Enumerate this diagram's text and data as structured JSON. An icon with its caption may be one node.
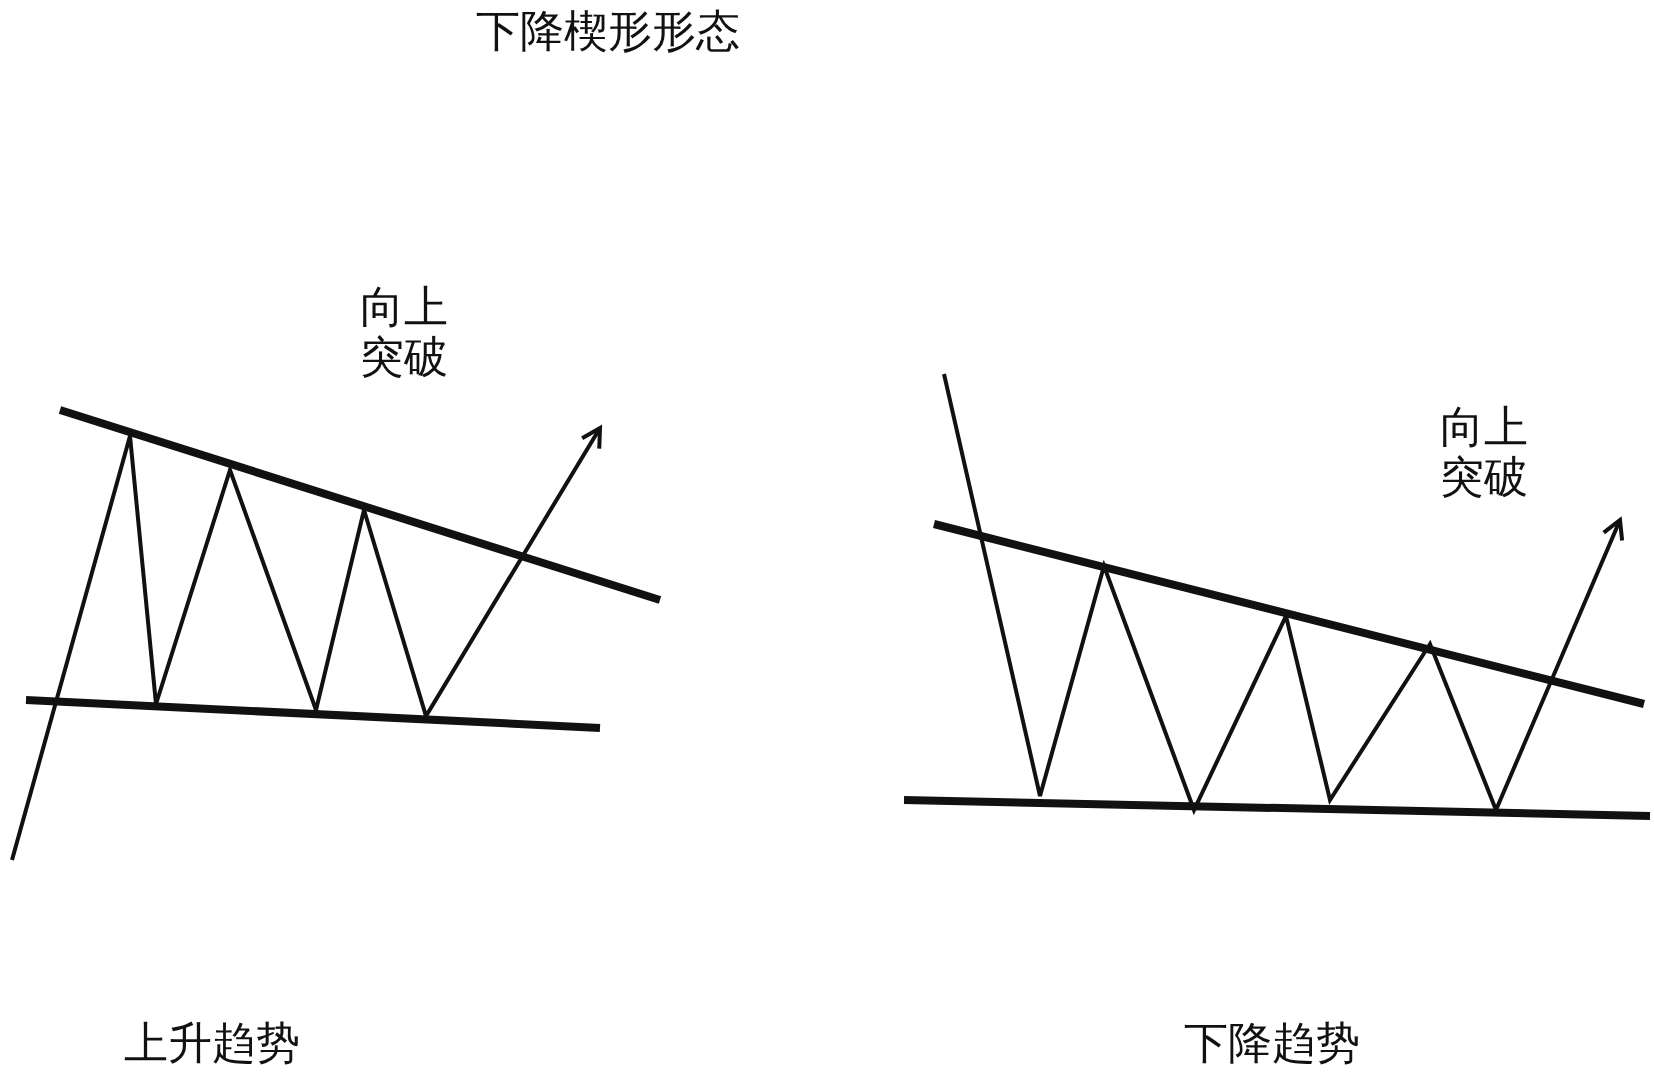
{
  "diagram": {
    "title": "下降楔形形态",
    "labels": [
      "向上突破",
      "向上突破",
      "上升趋势",
      "下降趋势"
    ]
  }
}
